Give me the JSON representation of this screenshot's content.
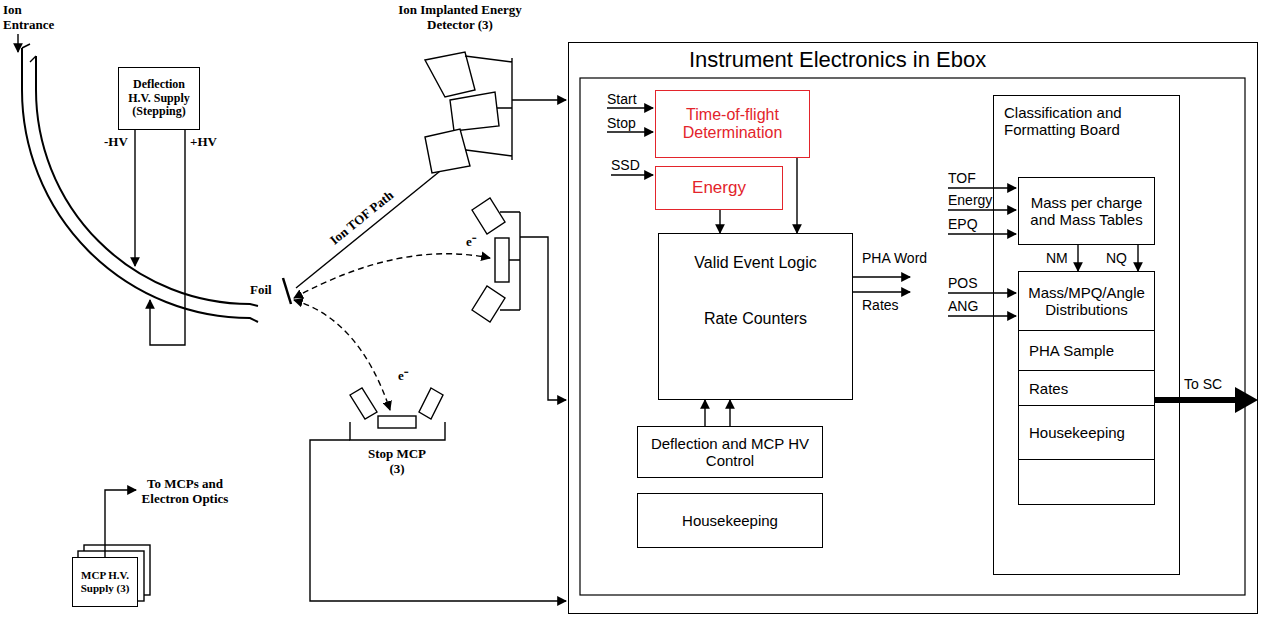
{
  "diagram": {
    "nodes": [
      {
        "text": [
          "Deflection H.V. Supply (Stepping)"
        ]
      },
      {
        "text": [
          "MCP H.V. Supply (3)"
        ]
      },
      {
        "text": [
          "Instrument Electronics in Ebox"
        ]
      },
      {
        "text": [
          "Time-of-flight Determination"
        ],
        "in": 2
      },
      {
        "text": [
          "Energy"
        ],
        "in": 2
      },
      {
        "text": [
          "Valid Event Logic",
          "Rate Counters"
        ],
        "in": 2
      },
      {
        "text": [
          "Deflection and MCP HV Control"
        ],
        "in": 2
      },
      {
        "text": [
          "Housekeeping"
        ],
        "in": 2
      },
      {
        "text": [
          "Classification and Formatting Board"
        ],
        "in": 2
      },
      {
        "text": [
          "Mass per charge and Mass Tables"
        ],
        "in": 8
      },
      {
        "text": [
          "Mass/MPQ/Angle Distributions"
        ],
        "in": 8
      },
      {
        "text": [
          "PHA Sample"
        ],
        "in": 10
      },
      {
        "text": [
          "Rates"
        ],
        "in": 10
      },
      {
        "text": [
          "Housekeeping"
        ],
        "in": 10
      }
    ],
    "edges": [
      {
        "from": 3,
        "to": 5,
        "arrow": "to"
      },
      {
        "from": 4,
        "to": 5,
        "arrow": "to"
      },
      {
        "from": 6,
        "to": 5,
        "arrow": "to"
      },
      {
        "from": 6,
        "to": 5,
        "arrow": "to"
      },
      {
        "from": 9,
        "to": 10,
        "label": "NM",
        "arrow": "to"
      },
      {
        "from": 9,
        "to": 10,
        "label": "NQ",
        "arrow": "to"
      }
    ],
    "labels": [
      "Ion Entrance",
      "-HV",
      "+HV",
      "Foil",
      "Ion TOF Path",
      "Ion Implanted Energy Detector (3)",
      "e⁻",
      "e⁻",
      "Stop MCP (3)",
      "To MCPs and Electron Optics",
      "Start",
      "Stop",
      "SSD",
      "TOF",
      "Energy",
      "EPQ",
      "PHA Word",
      "Rates",
      "POS",
      "ANG",
      "To SC"
    ]
  }
}
